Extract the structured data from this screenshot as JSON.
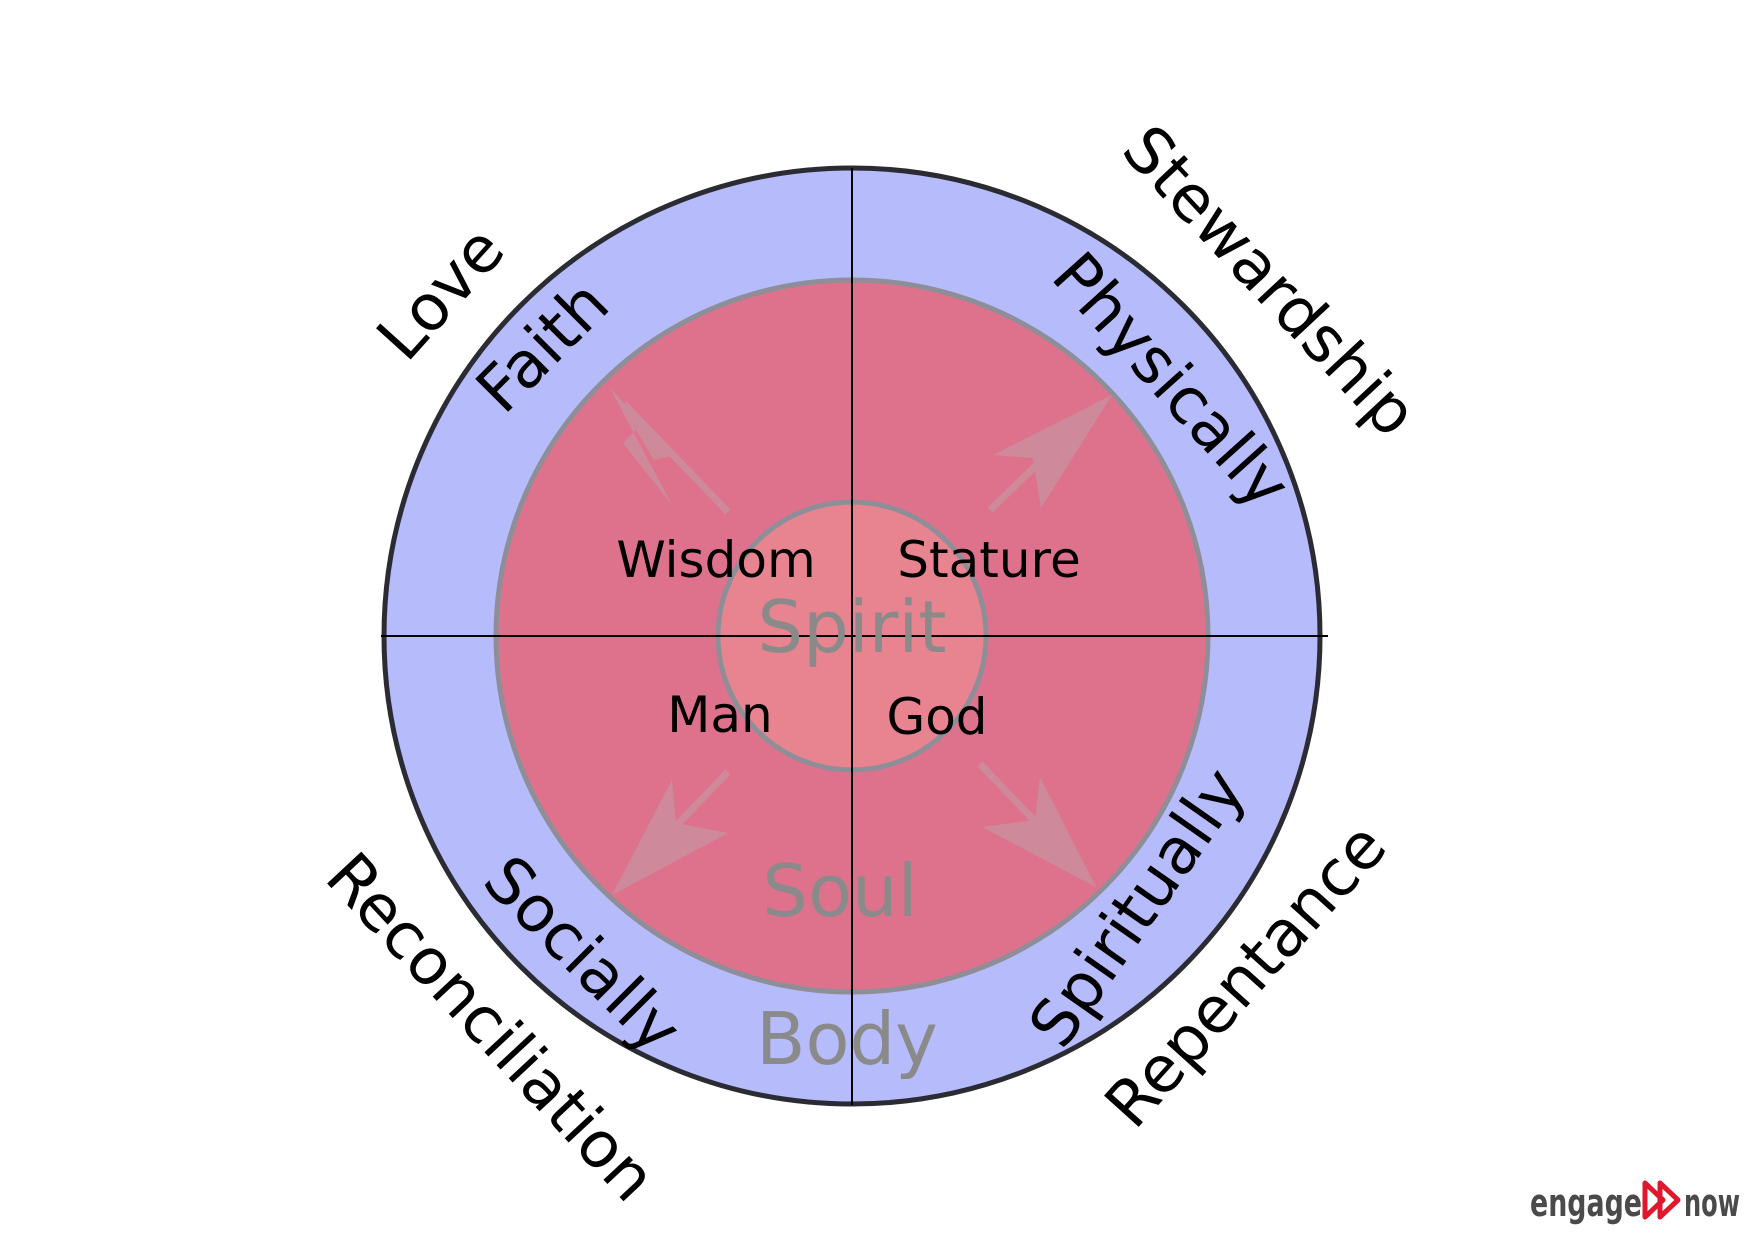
{
  "diagram": {
    "layers": {
      "spirit": "Spirit",
      "soul": "Soul",
      "body": "Body"
    },
    "quadrants": {
      "top_left": "Wisdom",
      "top_right": "Stature",
      "bottom_left": "Man",
      "bottom_right": "God"
    },
    "ring_words": {
      "top_left": "Faith",
      "top_right": "Physically",
      "bottom_left": "Socially",
      "bottom_right": "Spiritually"
    },
    "outer_words": {
      "top_left": "Love",
      "top_right": "Stewardship",
      "bottom_left": "Reconciliation",
      "bottom_right": "Repentance"
    },
    "colors": {
      "body_ring": "#b6bbfb",
      "soul_ring": "#de728d",
      "spirit_core": "#e8848f",
      "outline_dark": "#2b2b33",
      "outline_gray": "#8e8e98",
      "arrow": "#c9929f",
      "layer_text": "#8a8a8a"
    }
  },
  "logo": {
    "text_left": "engage",
    "text_right": "now",
    "icon": "fast-forward-icon",
    "icon_color": "#e0182d",
    "text_color": "#4a4a4a"
  }
}
